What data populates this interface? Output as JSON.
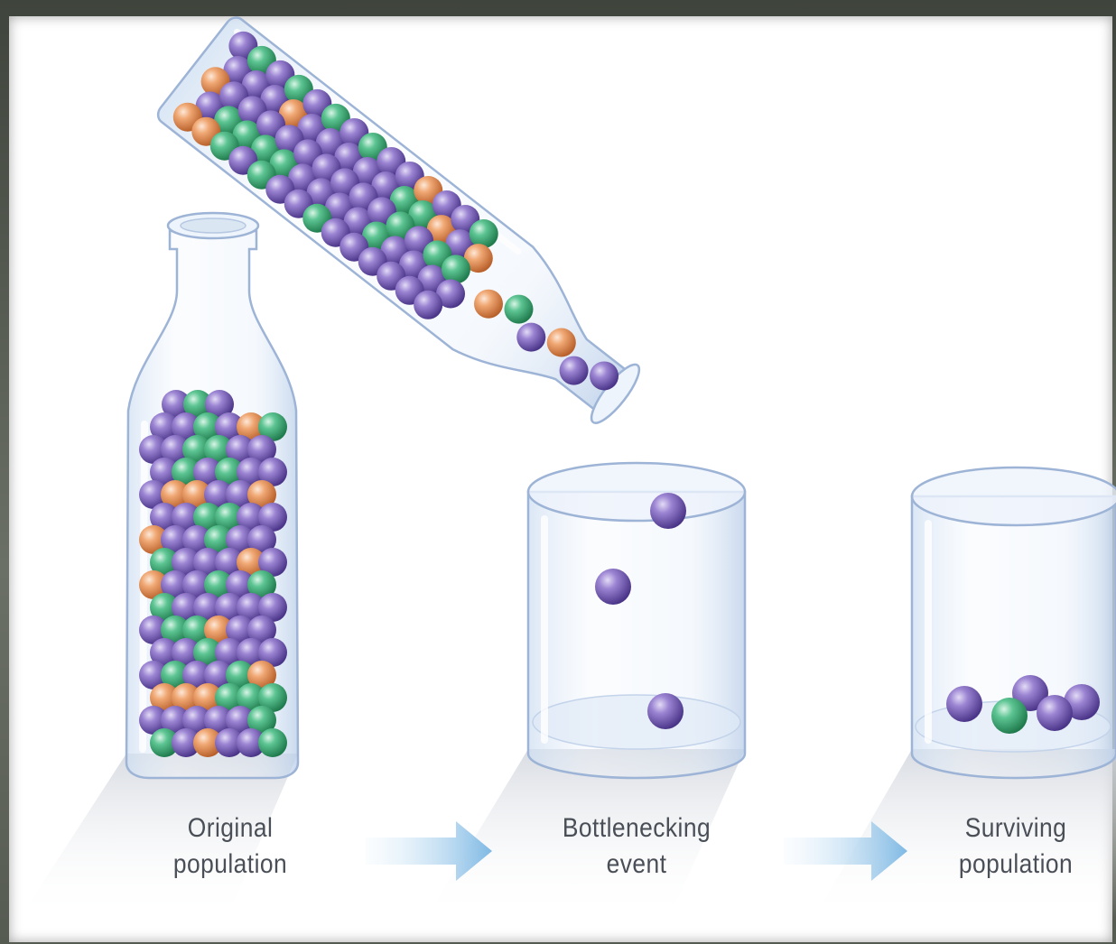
{
  "stages": [
    {
      "line1": "Original",
      "line2": "population"
    },
    {
      "line1": "Bottlenecking",
      "line2": "event"
    },
    {
      "line1": "Surviving",
      "line2": "population"
    }
  ],
  "colors": {
    "purple": "#7a5fb8",
    "green": "#3fae78",
    "orange": "#e8925a",
    "glass": "#dfeaf7",
    "glass_edge": "#9db4d6",
    "arrow": "#7fb9e4",
    "label": "#4a4f57",
    "frame": "#5d6258"
  },
  "icons": [
    "upright-bottle-icon",
    "tipped-bottle-icon",
    "glass-icon",
    "arrow-right-icon",
    "marble-icon"
  ]
}
